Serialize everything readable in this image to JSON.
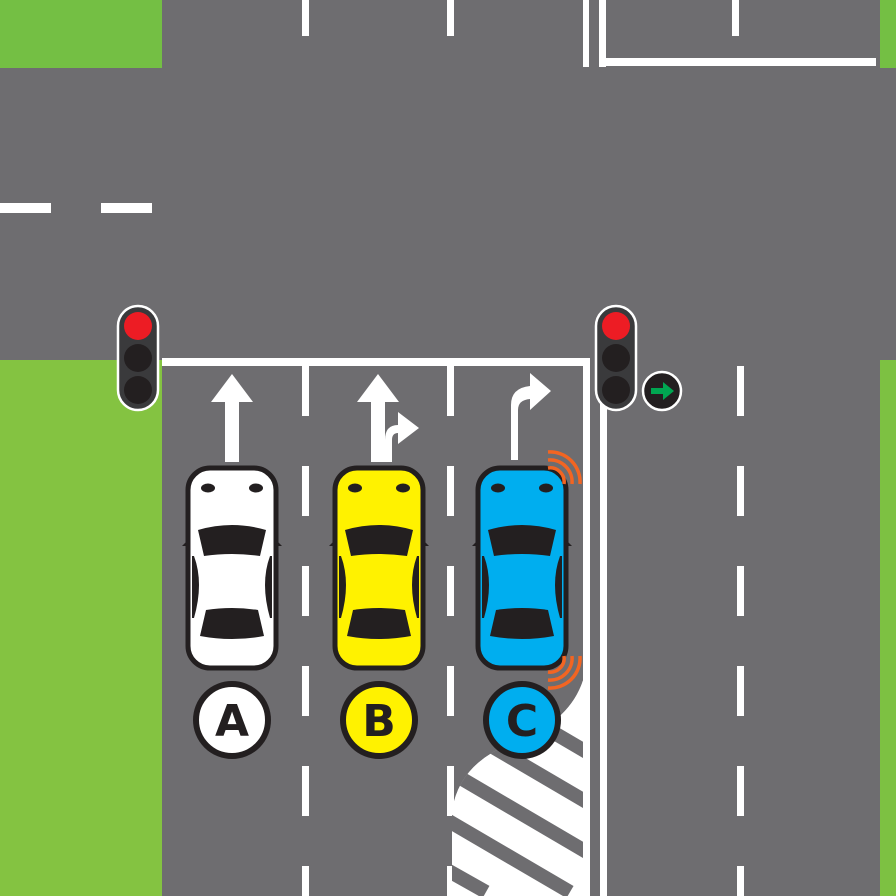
{
  "colors": {
    "road": "#6e6d70",
    "grass": "#7dc142",
    "marking": "#ffffff",
    "red_light": "#ed1c24",
    "green_arrow": "#00a651",
    "sensor": "#f26522"
  },
  "traffic_lights": [
    {
      "name": "left-signal",
      "state": "red"
    },
    {
      "name": "right-signal",
      "state": "red",
      "filter_arrow": "green-right-arrow"
    }
  ],
  "lanes": [
    {
      "label": "A",
      "car_color": "#ffffff",
      "arrow": "straight",
      "label_bg": "#ffffff",
      "label_color": "#231f20"
    },
    {
      "label": "B",
      "car_color": "#fff200",
      "arrow": "straight-right",
      "label_bg": "#fff200",
      "label_color": "#231f20"
    },
    {
      "label": "C",
      "car_color": "#00aeef",
      "arrow": "right-turn",
      "label_bg": "#00aeef",
      "label_color": "#231f20",
      "sensors": true
    }
  ]
}
